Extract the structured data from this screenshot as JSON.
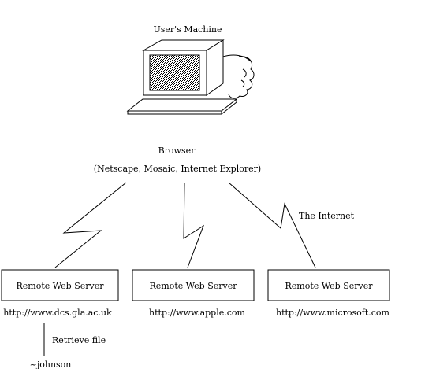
{
  "machine": {
    "label": "User's Machine",
    "icon": "computer-icon"
  },
  "browser": {
    "label": "Browser",
    "examples": "(Netscape, Mosaic, Internet Explorer)"
  },
  "network": {
    "label": "The Internet",
    "link_icon": "lightning-link-icon"
  },
  "servers": [
    {
      "label": "Remote Web Server",
      "url": "http://www.dcs.gla.ac.uk"
    },
    {
      "label": "Remote Web Server",
      "url": "http://www.apple.com"
    },
    {
      "label": "Remote Web Server",
      "url": "http://www.microsoft.com"
    }
  ],
  "retrieve": {
    "label": "Retrieve file",
    "path": "~johnson"
  },
  "colors": {
    "ink": "#000000",
    "background": "#ffffff"
  }
}
